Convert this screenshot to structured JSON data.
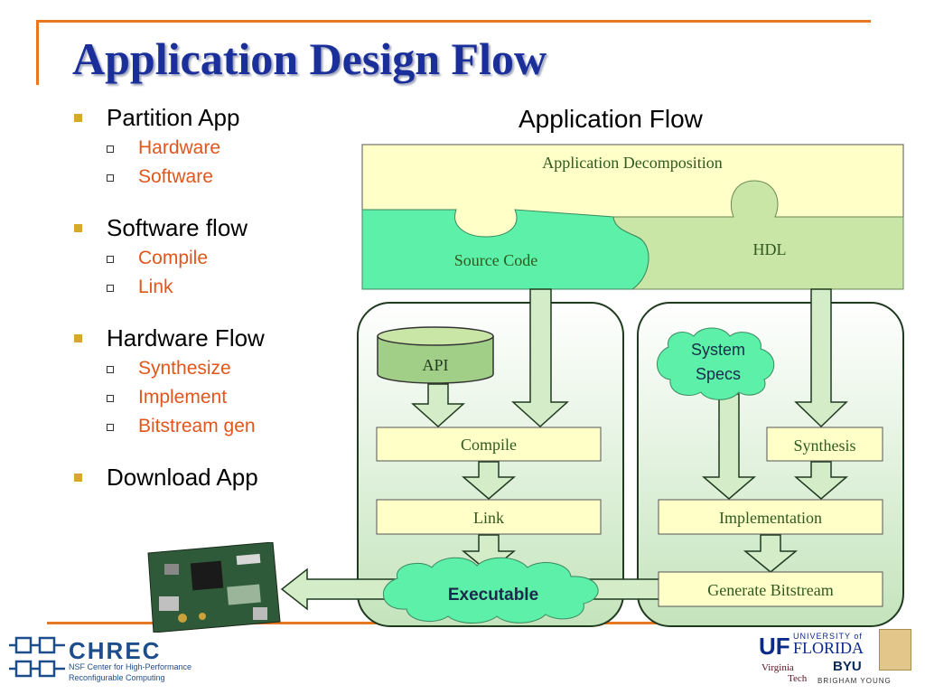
{
  "title": "Application Design Flow",
  "bullets": [
    {
      "text": "Partition App",
      "subs": [
        "Hardware",
        "Software"
      ]
    },
    {
      "text": "Software flow",
      "subs": [
        "Compile",
        "Link"
      ]
    },
    {
      "text": "Hardware Flow",
      "subs": [
        "Synthesize",
        "Implement",
        "Bitstream gen"
      ]
    },
    {
      "text": "Download App",
      "subs": []
    }
  ],
  "diagram": {
    "title": "Application Flow",
    "decomposition": "Application Decomposition",
    "source_code": "Source Code",
    "hdl": "HDL",
    "api": "API",
    "compile": "Compile",
    "link": "Link",
    "executable": "Executable",
    "system_specs_line1": "System",
    "system_specs_line2": "Specs",
    "synthesis": "Synthesis",
    "implementation": "Implementation",
    "generate_bitstream": "Generate Bitstream"
  },
  "logos": {
    "chrec_name": "CHREC",
    "chrec_line1": "NSF Center for High-Performance",
    "chrec_line2": "Reconfigurable Computing",
    "uf_mark": "UF",
    "uf_university": "UNIVERSITY of",
    "uf_florida": "FLORIDA",
    "vt_line1": "Virginia",
    "vt_line2": "Tech",
    "byu": "BYU",
    "byu_full": "BRIGHAM YOUNG"
  },
  "colors": {
    "title": "#1b2f9a",
    "accent_line": "#e87722",
    "sub_bullet": "#e2561c",
    "box_fill": "#ffffc8",
    "arrow_fill": "#d4ecc8",
    "puzzle_green": "#5cf0a8"
  }
}
